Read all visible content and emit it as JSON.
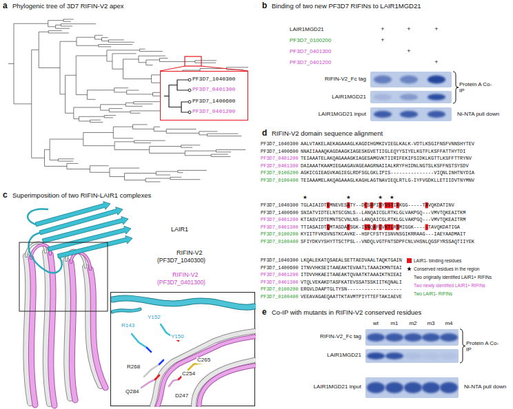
{
  "diagram": {
    "nodes": [
      {
        "text": [
          "PF3D7_1040300",
          "PF3D7_0401300",
          "PF3D7_1400600",
          "PF3D7_0401200"
        ]
      },
      {
        "text": [
          "R143",
          "Y152",
          "Y150",
          "C265",
          "C254",
          "R268",
          "D247",
          "Q284"
        ]
      }
    ],
    "labels": [
      "a",
      "Phylogenic tree of 3D7 RIFIN-V2 apex",
      "b",
      "Binding of two new PF3D7 RIFINs to LAIR1MGD21",
      "LAIR1MGD21",
      "+",
      "+",
      "+",
      "PF3D7_0100200",
      "+",
      "PF3D7_0401300",
      "+",
      "PF3D7_0401200",
      "+",
      "RIFIN-V2_Fc tag",
      "LAIR1MGD21",
      "LAIR1MGD21 input",
      "Protein A Co-IP",
      "Ni-NTA pull down",
      "c",
      "Superimposition of two RIFIN-LAIR1 complexes",
      "LAIR1",
      "RIFIN-V2",
      "(PF3D7_1040300)",
      "RIFIN-V2",
      "(PF3D7_0401300)",
      "d",
      "RIFIN-V2 domain sequence alignment",
      "PF3D7_1040300",
      "AALVTAKELAEKAGAAAGLKAGDIHGMKIVIEGLKALK-VDTLKSGIFNSFVNNSHYTEV",
      "PF3D7_1400600",
      "NNAIIAAAQKAGDAAGKIAGESKGVETIIGLEQYYSIYELKGTFLKSFFATTHYTDI",
      "PF3D7_0401200",
      "TEIAAATELAKQAGAAAGKIAGESAMGVKTIIRIFEKIFSIDKLKGTTLKSFFTTRYNV",
      "PF3D7_0401300",
      "DAIAAATKAAMIEGAAGAVAGEAAGRNAIIALKRYFHIDNLNGTSLKSFFNSTSYSDV",
      "PF3D7_0100200",
      "AGKICGIEAGVKAGIEGLRDFSGLGKLIPIS---------------VIQNLINHTNYDIA",
      "PF3D7_0100400",
      "TEIAAAMELAKQAGAAAGLKAGHLAGTNAVIEQLRTLG-IYFVGDKLLETIIDVTNYMNV",
      "★",
      "★",
      "★",
      "★",
      "PF3D7_1040300",
      "TGLAIAIDTEMNEVESATY--DCSHPISYVSYIKKGG-----TAVQKDATINV",
      "PF3D7_1400600",
      "SNIATVIDTELNTSCGNLS--LANQAICGLRTKLGLVAKPGQ---VMVTQKEAITKM",
      "PF3D7_0401200",
      "KTIASVIDTEMNTSCVNLNS-LANQAICGLRTKLGLVAKPGQ---VMVTQKEAITRM",
      "PF3D7_0401300",
      "TTIASAIDTQMTASDAFSGK-IVNQAFCVKTLRSMIGGK-----TAVQKDATIGA",
      "PF3D7_0100200",
      "KYIITFVKSVNSTKCAVKE--HSFCFSTYISNVNSGIKRRAAG---IAEYAADMAIT",
      "PF3D7_0100400",
      "SFIYDKVYSHYTTSCTPSL--VNDQLVGTFNTSDPFCNLVHSNLQGSFYRSSAQTIIYEK",
      "PF3D7_1040300",
      "LKQALEKATQSAEALSETTAEDVAALTAQKTGAIN",
      "PF3D7_1400600",
      "ITNVVHKSEITAAEAKTEVAATLTAAAIKMNTEAI",
      "PF3D7_0401200",
      "ITDVVHKAEITAAEAKTQVAATKTAAAIKTNIEAI",
      "PF3D7_0401300",
      "VTQLVEKAKDTASFKATEVSSATSSKIITKQNALI",
      "PF3D7_0100200",
      "ERGVLDAAPTGLTYSN-------------------",
      "PF3D7_0100400",
      "VEEAVAGAEQAATTKTAVMTPIYTTEFTAKIAEVE",
      "e",
      "Co-IP with mutants in RIFIN-V2 conserved residues",
      "wt",
      "m1",
      "m2",
      "m3",
      "m4",
      "RIFIN-V2_Fc tag",
      "LAIR1MGD21",
      "LAIR1MGD21 input",
      "Protein A Co-IP",
      "Ni-NTA pull down"
    ],
    "legend": [
      {
        "text": "LAIR1- binding residues",
        "color": "#e8141b"
      },
      {
        "text": "Conserved residues in the region"
      },
      {
        "text": "Two originally identified LAIR1+ RIFINs",
        "color": "#111111"
      },
      {
        "text": "Two newly identified LAIR1+ RIFINs",
        "color": "#cf3fcf"
      },
      {
        "text": "Two LAIR1- RIFINs",
        "color": "#1f9a2a"
      }
    ]
  }
}
